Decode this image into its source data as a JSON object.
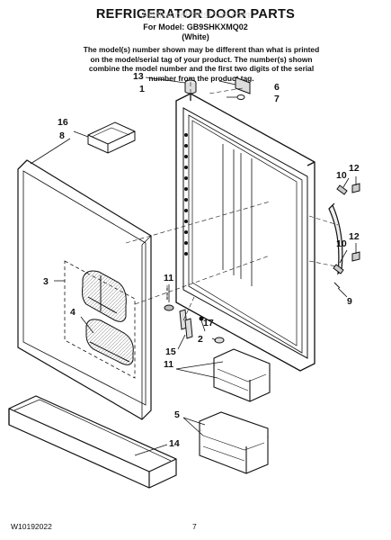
{
  "header": {
    "title": "REFRIGERATOR DOOR PARTS",
    "model": "For Model: GB9SHKXMQ02",
    "color": "(White)",
    "note": "The model(s) number shown may be different than what is printed on the model/serial tag of your product. The number(s) shown combine the model number and the first two digits of the serial number from the product tag."
  },
  "watermark": "AppliancePartsPros.com",
  "callouts": {
    "c1": "1",
    "c2": "2",
    "c3": "3",
    "c4": "4",
    "c5": "5",
    "c6": "6",
    "c7": "7",
    "c8": "8",
    "c9": "9",
    "c10a": "10",
    "c10b": "10",
    "c11a": "11",
    "c11b": "11",
    "c12a": "12",
    "c12b": "12",
    "c13": "13",
    "c14": "14",
    "c15": "15",
    "c16": "16",
    "c17": "17"
  },
  "footer": {
    "doc_id": "W10192022",
    "page": "7"
  }
}
